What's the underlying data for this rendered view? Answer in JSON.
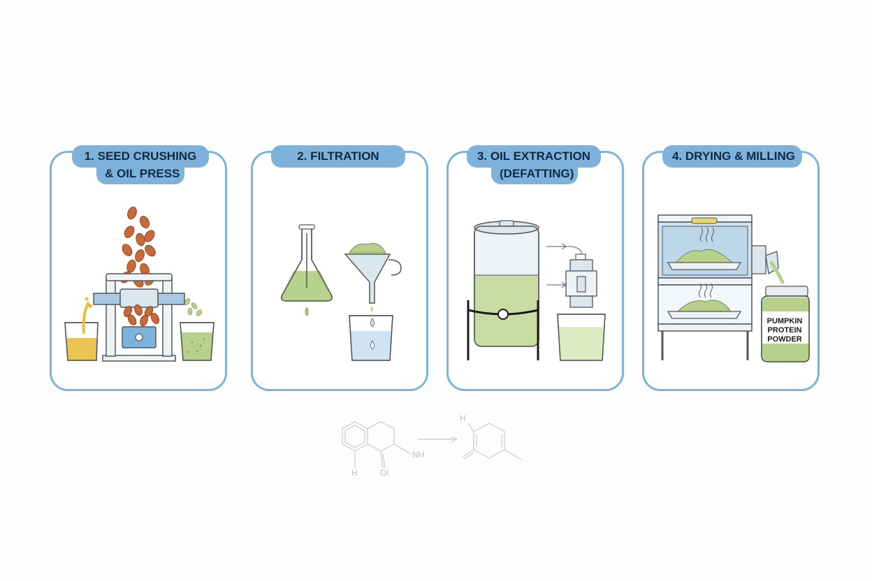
{
  "steps": [
    {
      "line1": "1. SEED CRUSHING",
      "line2": "& OIL PRESS"
    },
    {
      "line1": "2. FILTRATION",
      "line2": ""
    },
    {
      "line1": "3. OIL EXTRACTION",
      "line2": "(DEFATTING)"
    },
    {
      "line1": "4. DRYING & MILLING",
      "line2": ""
    }
  ],
  "jar_label": [
    "PUMPKIN",
    "PROTEIN",
    "POWDER"
  ],
  "chem_labels": {
    "h_top": "H",
    "h_bottom": "H",
    "nh": "NH",
    "oi": "OI"
  },
  "colors": {
    "panel_border": "#7bb3d9",
    "pill": "#7eb2da",
    "seed": "#c8693a",
    "oil": "#e9bf3f",
    "green_powder": "#b7d08c",
    "water": "#cfe3f2",
    "metal": "#dbe7ef"
  }
}
